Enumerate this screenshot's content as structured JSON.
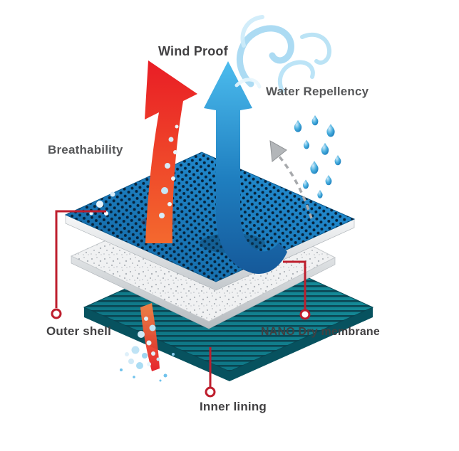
{
  "diagram": {
    "type": "fabric-technology-layer-diagram",
    "labels": {
      "wind_proof": "Wind Proof",
      "water_repellency": "Water Repellency",
      "breathability": "Breathability",
      "outer_shell": "Outer shell",
      "nano_membrane": "NANO Dry membrane",
      "inner_lining": "Inner lining"
    },
    "layers": [
      {
        "name": "outer-shell",
        "color": "#1b7fc4",
        "pattern": "dots"
      },
      {
        "name": "nano-dry-membrane",
        "color": "#eef0f1",
        "pattern": "speckle"
      },
      {
        "name": "inner-lining",
        "color": "#0e8294",
        "pattern": "stripes"
      }
    ],
    "arrows": [
      {
        "name": "breathability",
        "color": "#e8232a",
        "style": "solid-curved-up"
      },
      {
        "name": "wind-proof",
        "color": "#29a8e0",
        "style": "solid-up"
      },
      {
        "name": "water-repellency",
        "color": "#a7a9ac",
        "style": "dashed-bounce"
      }
    ],
    "colors": {
      "connector_red": "#be1e2d",
      "label_text": "#4d4d4f",
      "droplet_blue": "#2a9fd8",
      "wind_swirl": "#9ed5f1"
    }
  }
}
